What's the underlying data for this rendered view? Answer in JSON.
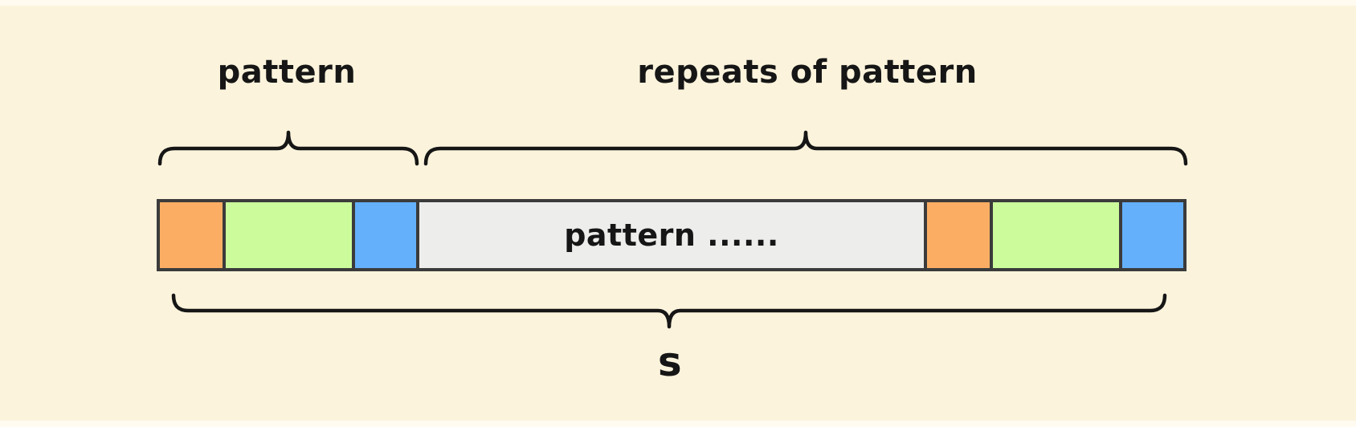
{
  "diagram": {
    "labels": {
      "pattern_brace": "pattern",
      "repeats_brace": "repeats of pattern",
      "string_name": "s",
      "bar_pattern_segment": "pattern ......"
    },
    "colors": {
      "background": "#FBF3DC",
      "page_edge": "#FFFBF0",
      "orange": "#FBAE63",
      "green": "#CBFB9B",
      "blue": "#64B0FB",
      "gray": "#EDEDEB",
      "border": "#3B3B3B",
      "ink": "#161616"
    },
    "bar": {
      "segments": [
        {
          "color": "orange"
        },
        {
          "color": "green"
        },
        {
          "color": "blue"
        },
        {
          "color": "gray",
          "label": "pattern ......"
        },
        {
          "color": "orange"
        },
        {
          "color": "green"
        },
        {
          "color": "blue"
        }
      ]
    }
  }
}
